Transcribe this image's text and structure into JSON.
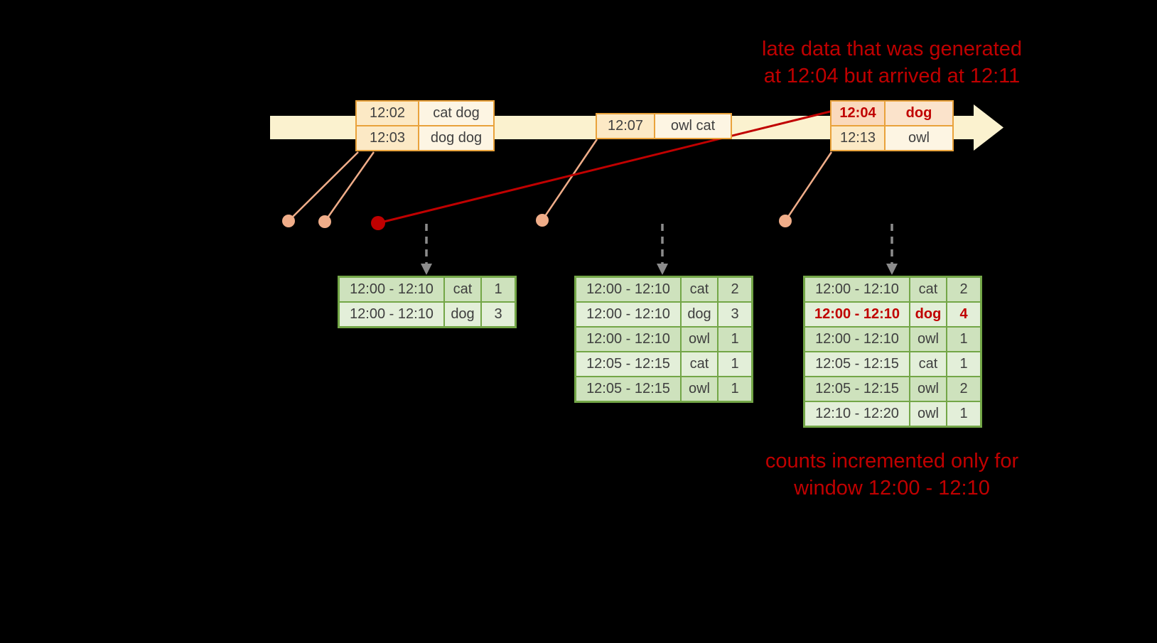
{
  "annotations": {
    "late_data_line1": "late data that was generated",
    "late_data_line2": "at 12:04 but arrived at 12:11",
    "counts_line1": "counts incremented only for",
    "counts_line2": "window 12:00 - 12:10"
  },
  "timeline": {
    "events": [
      {
        "rows": [
          {
            "time": "12:02",
            "words": "cat dog"
          },
          {
            "time": "12:03",
            "words": "dog dog"
          }
        ]
      },
      {
        "rows": [
          {
            "time": "12:07",
            "words": "owl cat"
          }
        ]
      },
      {
        "rows": [
          {
            "time": "12:04",
            "words": "dog"
          },
          {
            "time": "12:13",
            "words": "owl"
          }
        ]
      }
    ]
  },
  "results": {
    "tables": [
      {
        "rows": [
          {
            "window": "12:00 - 12:10",
            "word": "cat",
            "count": "1"
          },
          {
            "window": "12:00 - 12:10",
            "word": "dog",
            "count": "3"
          }
        ]
      },
      {
        "rows": [
          {
            "window": "12:00 - 12:10",
            "word": "cat",
            "count": "2"
          },
          {
            "window": "12:00 - 12:10",
            "word": "dog",
            "count": "3"
          },
          {
            "window": "12:00 - 12:10",
            "word": "owl",
            "count": "1"
          },
          {
            "window": "12:05 - 12:15",
            "word": "cat",
            "count": "1"
          },
          {
            "window": "12:05 - 12:15",
            "word": "owl",
            "count": "1"
          }
        ]
      },
      {
        "rows": [
          {
            "window": "12:00 - 12:10",
            "word": "cat",
            "count": "2"
          },
          {
            "window": "12:00 - 12:10",
            "word": "dog",
            "count": "4"
          },
          {
            "window": "12:00 - 12:10",
            "word": "owl",
            "count": "1"
          },
          {
            "window": "12:05 - 12:15",
            "word": "cat",
            "count": "1"
          },
          {
            "window": "12:05 - 12:15",
            "word": "owl",
            "count": "2"
          },
          {
            "window": "12:10 - 12:20",
            "word": "owl",
            "count": "1"
          }
        ]
      }
    ]
  },
  "colors": {
    "background": "#000000",
    "timeline_fill": "#fbf2cf",
    "event_border": "#e9a23b",
    "late_red": "#c00000",
    "table_border": "#73a647",
    "row_dark": "#cee2bd",
    "row_light": "#e3efd9",
    "dot_peach": "#f0ad89",
    "arrow_gray": "#8c8c8c"
  }
}
